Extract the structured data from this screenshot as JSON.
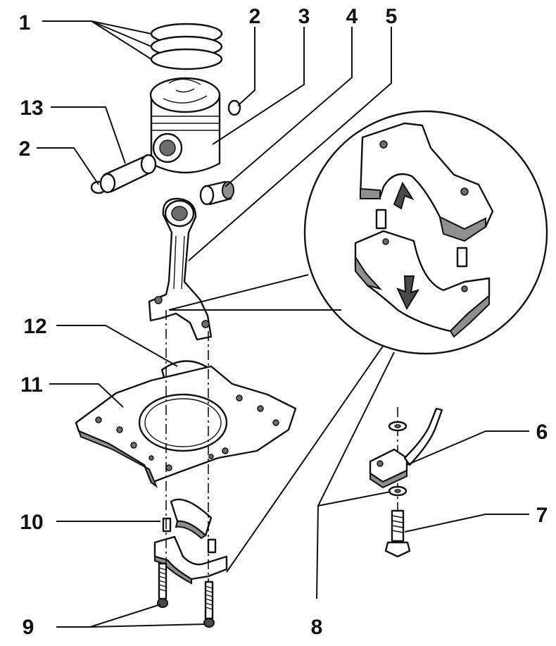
{
  "callouts": {
    "c1": "1",
    "c2a": "2",
    "c3": "3",
    "c4": "4",
    "c5": "5",
    "c13": "13",
    "c2b": "2",
    "c12": "12",
    "c11": "11",
    "c6": "6",
    "c7": "7",
    "c10": "10",
    "c9": "9",
    "c8": "8"
  }
}
